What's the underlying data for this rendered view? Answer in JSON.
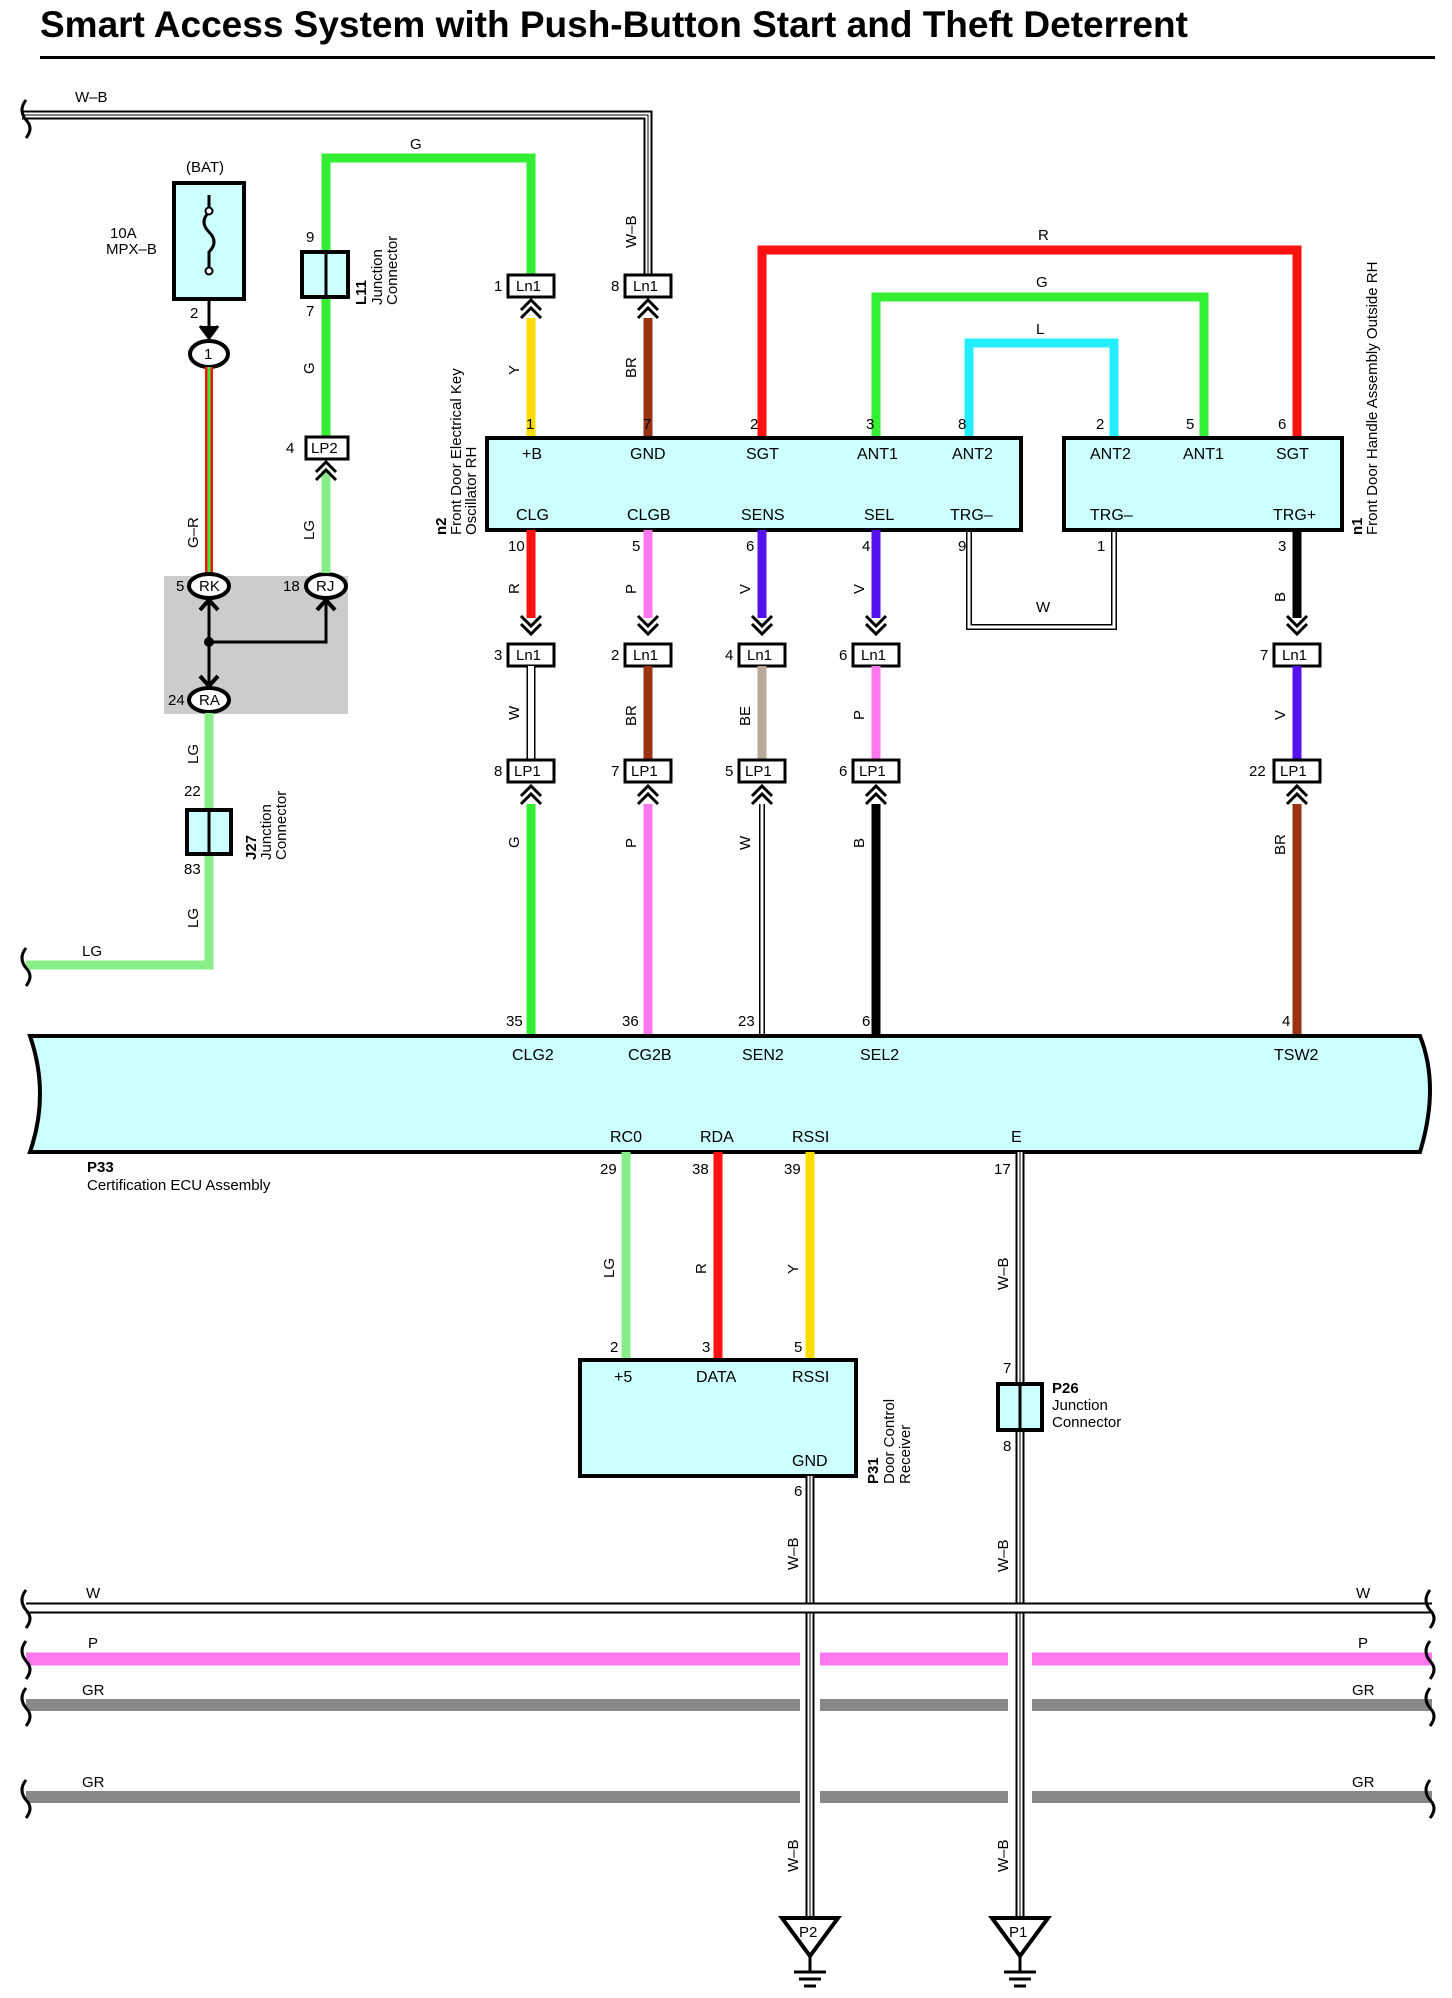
{
  "title": "Smart Access System with Push-Button Start and Theft Deterrent",
  "colors": {
    "G": "#33ee33",
    "LG": "#88ee88",
    "R": "#ff1111",
    "Y": "#ffdd00",
    "BR": "#993311",
    "V": "#5511ee",
    "P": "#ff77ee",
    "B": "#000000",
    "L": "#22eeff",
    "BE": "#bbaa99",
    "GR": "#888888",
    "component_fill": "#ccffff",
    "splice_fill": "#cccccc"
  },
  "battery": {
    "label": "(BAT)",
    "fuse_amp": "10A",
    "fuse_name": "MPX–B",
    "pin": "2",
    "splice_pin": "1"
  },
  "junctions": {
    "l11": {
      "id": "L11",
      "desc1": "Junction",
      "desc2": "Connector",
      "pin_top": "9",
      "pin_bottom": "7"
    },
    "j27": {
      "id": "J27",
      "desc1": "Junction",
      "desc2": "Connector",
      "pin_top": "22",
      "pin_bottom": "83"
    },
    "p26": {
      "id": "P26",
      "desc1": "Junction",
      "desc2": "Connector",
      "pin_top": "7",
      "pin_bottom": "8"
    }
  },
  "splices": {
    "rk": "RK",
    "rk_pin": "5",
    "rj": "RJ",
    "rj_pin": "18",
    "ra": "RA",
    "ra_pin": "24"
  },
  "lp2": {
    "name": "LP2",
    "pin": "4"
  },
  "n2": {
    "id": "n2",
    "desc1": "Front Door Electrical Key",
    "desc2": "Oscillator RH",
    "top_terms": [
      {
        "pin": "1",
        "name": "+B"
      },
      {
        "pin": "7",
        "name": "GND"
      },
      {
        "pin": "2",
        "name": "SGT"
      },
      {
        "pin": "3",
        "name": "ANT1"
      },
      {
        "pin": "8",
        "name": "ANT2"
      }
    ],
    "bottom_terms": [
      {
        "pin": "10",
        "name": "CLG"
      },
      {
        "pin": "5",
        "name": "CLGB"
      },
      {
        "pin": "6",
        "name": "SENS"
      },
      {
        "pin": "4",
        "name": "SEL"
      },
      {
        "pin": "9",
        "name": "TRG–"
      }
    ]
  },
  "n1": {
    "id": "n1",
    "desc": "Front Door Handle Assembly Outside RH",
    "top_terms": [
      {
        "pin": "2",
        "name": "ANT2"
      },
      {
        "pin": "5",
        "name": "ANT1"
      },
      {
        "pin": "6",
        "name": "SGT"
      }
    ],
    "bottom_terms": [
      {
        "pin": "1",
        "name": "TRG–"
      },
      {
        "pin": "3",
        "name": "TRG+"
      }
    ]
  },
  "ln1_top": [
    {
      "pin": "1",
      "name": "Ln1"
    },
    {
      "pin": "8",
      "name": "Ln1"
    }
  ],
  "ln1_row": [
    {
      "pin": "3",
      "name": "Ln1"
    },
    {
      "pin": "2",
      "name": "Ln1"
    },
    {
      "pin": "4",
      "name": "Ln1"
    },
    {
      "pin": "6",
      "name": "Ln1"
    },
    {
      "pin": "7",
      "name": "Ln1"
    }
  ],
  "lp1_row": [
    {
      "pin": "8",
      "name": "LP1"
    },
    {
      "pin": "7",
      "name": "LP1"
    },
    {
      "pin": "5",
      "name": "LP1"
    },
    {
      "pin": "6",
      "name": "LP1"
    },
    {
      "pin": "22",
      "name": "LP1"
    }
  ],
  "p33": {
    "id": "P33",
    "desc": "Certification ECU Assembly",
    "top_terms": [
      {
        "pin": "35",
        "name": "CLG2"
      },
      {
        "pin": "36",
        "name": "CG2B"
      },
      {
        "pin": "23",
        "name": "SEN2"
      },
      {
        "pin": "6",
        "name": "SEL2"
      },
      {
        "pin": "4",
        "name": "TSW2"
      }
    ],
    "bottom_terms": [
      {
        "pin": "29",
        "name": "RC0"
      },
      {
        "pin": "38",
        "name": "RDA"
      },
      {
        "pin": "39",
        "name": "RSSI"
      },
      {
        "pin": "17",
        "name": "E"
      }
    ]
  },
  "p31": {
    "id": "P31",
    "desc1": "Door Control",
    "desc2": "Receiver",
    "terms": [
      {
        "pin": "2",
        "name": "+5"
      },
      {
        "pin": "3",
        "name": "DATA"
      },
      {
        "pin": "5",
        "name": "RSSI"
      }
    ],
    "gnd": {
      "pin": "6",
      "name": "GND"
    }
  },
  "grounds": {
    "p2": "P2",
    "p1": "P1"
  },
  "wire_labels": {
    "top_wb": "W–B",
    "g_top": "G",
    "wb_vert": "W–B",
    "r_top": "R",
    "g_mid": "G",
    "l_mid": "L",
    "y": "Y",
    "br": "BR",
    "g_l11": "G",
    "lg_lp2": "LG",
    "gr": "G–R",
    "lg_ra": "LG",
    "lg_j27": "LG",
    "lg_bottom": "LG",
    "w_trg": "W",
    "n2_low": [
      "R",
      "P",
      "V",
      "V"
    ],
    "n1_low": "B",
    "mid": [
      "W",
      "BR",
      "BE",
      "P",
      "V"
    ],
    "lp1_low": [
      "G",
      "P",
      "W",
      "B",
      "BR"
    ],
    "p33_low": [
      "LG",
      "R",
      "Y"
    ],
    "wb_e": "W–B",
    "wb_p31": "W–B",
    "wb_p26": "W–B",
    "wb_g2": "W–B",
    "wb_g1": "W–B"
  },
  "bus": [
    {
      "name": "W",
      "color": "#ffffff"
    },
    {
      "name": "P",
      "color": "#ff77ee"
    },
    {
      "name": "GR",
      "color": "#888888"
    },
    {
      "name": "GR",
      "color": "#888888"
    }
  ]
}
